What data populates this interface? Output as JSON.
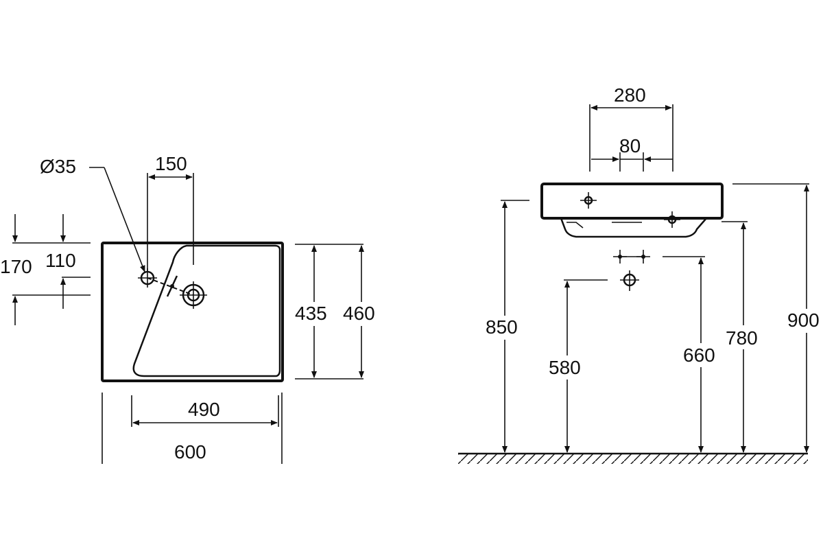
{
  "top_view": {
    "hole_diameter_label": "Ø35",
    "tap_to_drain_label": "150",
    "depth_170_label": "170",
    "depth_110_label": "110",
    "inner_depth_label": "435",
    "outer_depth_label": "460",
    "inner_width_label": "490",
    "outer_width_label": "600"
  },
  "side_view": {
    "width_280_label": "280",
    "width_80_label": "80",
    "height_850_label": "850",
    "height_580_label": "580",
    "height_660_label": "660",
    "height_780_label": "780",
    "height_900_label": "900"
  },
  "colors": {
    "line": "#111111",
    "background": "#ffffff"
  }
}
